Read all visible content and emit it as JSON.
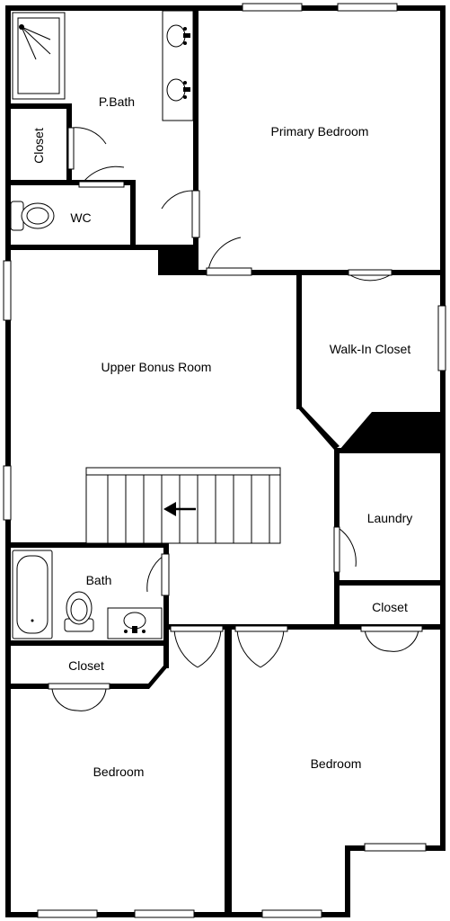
{
  "rooms": {
    "primary_bath": "P.Bath",
    "primary_bedroom": "Primary Bedroom",
    "closet_primary_bath": "Closet",
    "wc": "WC",
    "upper_bonus_room": "Upper Bonus Room",
    "walk_in_closet": "Walk-In Closet",
    "laundry": "Laundry",
    "closet_laundry": "Closet",
    "bath": "Bath",
    "closet_hall": "Closet",
    "bedroom_left": "Bedroom",
    "bedroom_right": "Bedroom"
  },
  "icons": {
    "stair_direction": "arrow-left-icon",
    "sink": "sink-icon",
    "toilet": "toilet-icon",
    "shower": "shower-icon",
    "bathtub": "bathtub-icon"
  }
}
